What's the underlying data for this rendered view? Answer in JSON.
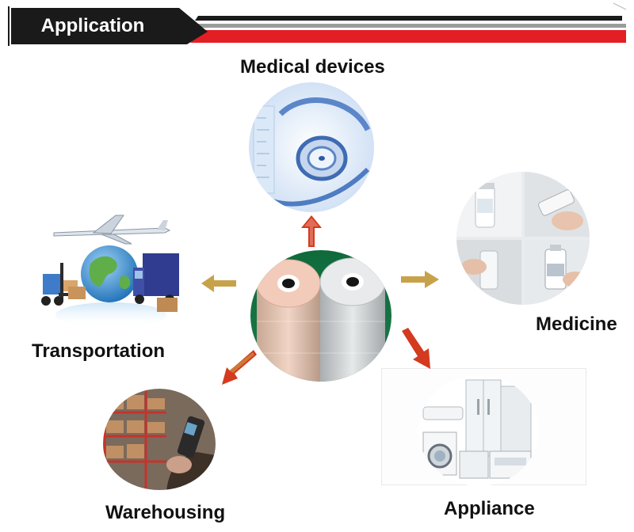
{
  "header": {
    "title": "Application"
  },
  "center": {
    "name": "film-rolls"
  },
  "applications": {
    "medical": {
      "label": "Medical devices"
    },
    "medicine": {
      "label": "Medicine"
    },
    "transportation": {
      "label": "Transportation"
    },
    "warehousing": {
      "label": "Warehousing"
    },
    "appliance": {
      "label": "Appliance"
    }
  },
  "colors": {
    "banner_dark": "#1a1a1a",
    "banner_red": "#e31e24",
    "arrow_gold": "#c8a24a",
    "arrow_red": "#d43a1f"
  }
}
